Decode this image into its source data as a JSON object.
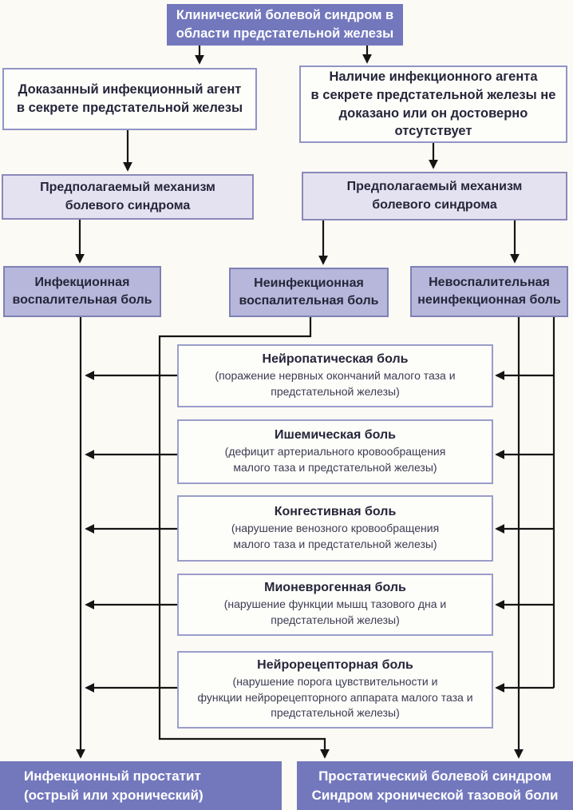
{
  "diagram_title": "Клинический болевой синдром в области предстательной железы",
  "colors": {
    "solid_purple": "#7378bd",
    "light_lavender_fill": "#e4e2f1",
    "mid_lavender_fill": "#b6b7db",
    "white_box_fill": "#fdfdfa",
    "box_border_purple": "#9094c6",
    "arrow_black": "#151515",
    "dark_text": "#26263a",
    "white_text": "#ffffff",
    "page_background": "#fbfaf5"
  },
  "boxes": {
    "root": "Клинический болевой синдром в\nобласти предстательной железы",
    "proven_agent": "Доказанный инфекционный агент\nв секрете предстательной железы",
    "agent_not_proven": "Наличие инфекционного агента\nв секрете предстательной железы не\nдоказано или он достоверно\nотсутствует",
    "mechanism_left": "Предполагаемый механизм\nболевого синдрома",
    "mechanism_right": "Предполагаемый механизм\nболевого синдрома",
    "infectious_inflammatory": "Инфекционная\nвоспалительная боль",
    "noninfectious_inflammatory": "Неинфекционная\nвоспалительная боль",
    "noninflammatory_noninfectious": "Невоспалительная\nнеинфекционная  боль",
    "outcome_left": "Инфекционный простатит\n(острый или хронический)",
    "outcome_right": "Простатический болевой синдром\nСиндром хронической тазовой боли"
  },
  "pain_types": [
    {
      "title": "Нейропатическая боль",
      "detail": "(поражение нервных окончаний малого таза и\nпредстательной железы)"
    },
    {
      "title": "Ишемическая боль",
      "detail": "(дефицит артериального кровообращения\nмалого таза и предстательной железы)"
    },
    {
      "title": "Конгестивная боль",
      "detail": "(нарушение венозного кровообращения\nмалого таза и предстательной железы)"
    },
    {
      "title": "Мионеврогенная боль",
      "detail": "(нарушение функции мышц тазового дна и\nпредстательной железы)"
    },
    {
      "title": "Нейрорецепторная боль",
      "detail": "(нарушение порога цувствительности и\nфункции нейрорецепторного аппарата малого таза и\nпредстательной железы)"
    }
  ]
}
